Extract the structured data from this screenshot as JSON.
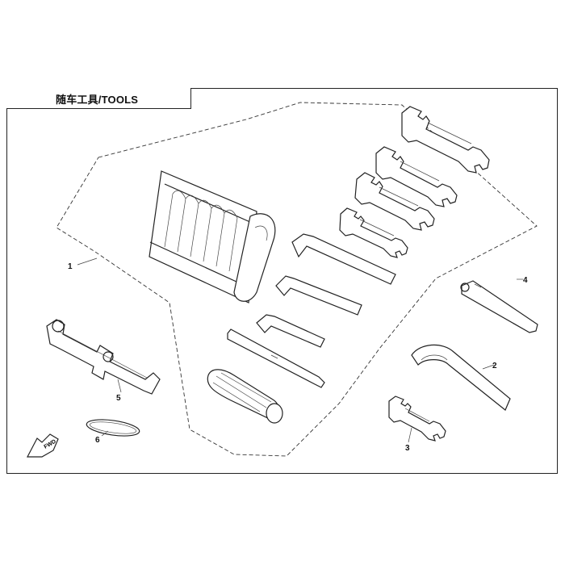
{
  "header": {
    "title": "随车工具/TOOLS"
  },
  "callouts": [
    {
      "id": "1",
      "label": "1"
    },
    {
      "id": "2",
      "label": "2"
    },
    {
      "id": "3",
      "label": "3"
    },
    {
      "id": "4",
      "label": "4"
    },
    {
      "id": "5",
      "label": "5"
    },
    {
      "id": "6",
      "label": "6"
    }
  ],
  "direction_indicator": {
    "label": "FWD"
  },
  "colors": {
    "line": "#222222",
    "background": "#ffffff"
  }
}
